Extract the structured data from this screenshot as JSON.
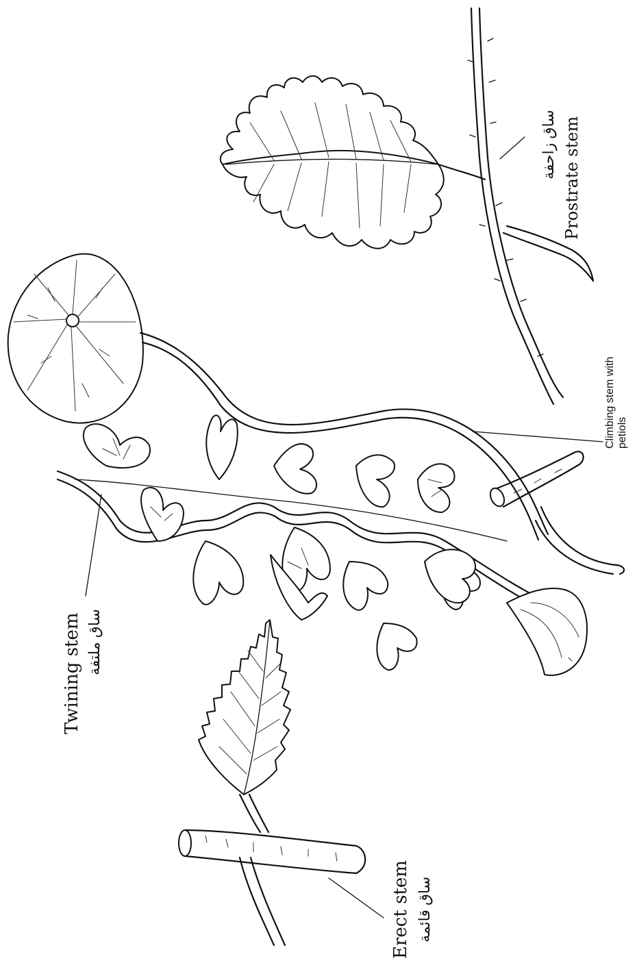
{
  "labels": {
    "prostrate_en": "Prostrate stem",
    "prostrate_ar": "ساق زاحفة",
    "climbing_line1": "Climbing stem with",
    "climbing_line2": "petiols",
    "twining_en": "Twining stem",
    "twining_ar": "ساق ملتفة",
    "erect_en": "Erect stem",
    "erect_ar": "ساق قائمة"
  }
}
